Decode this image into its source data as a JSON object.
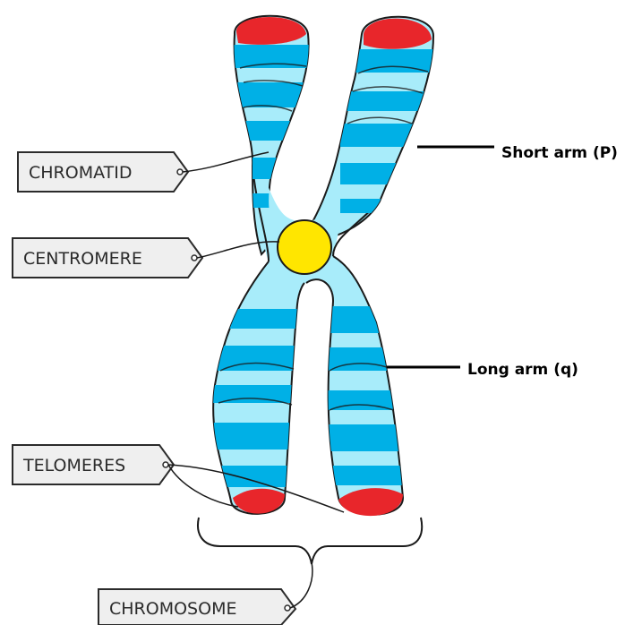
{
  "labels": {
    "chromatid": "CHROMATID",
    "centromere": "CENTROMERE",
    "telomeres": "TELOMERES",
    "chromosome": "CHROMOSOME"
  },
  "arms": {
    "short": "Short arm (P)",
    "long": "Long arm (q)"
  },
  "colors": {
    "band_dark": "#00b0e6",
    "band_light": "#a8ecfa",
    "telomere": "#e8262b",
    "centromere": "#ffe600",
    "outline": "#1a1a1a",
    "tag_fill": "#efefef"
  }
}
